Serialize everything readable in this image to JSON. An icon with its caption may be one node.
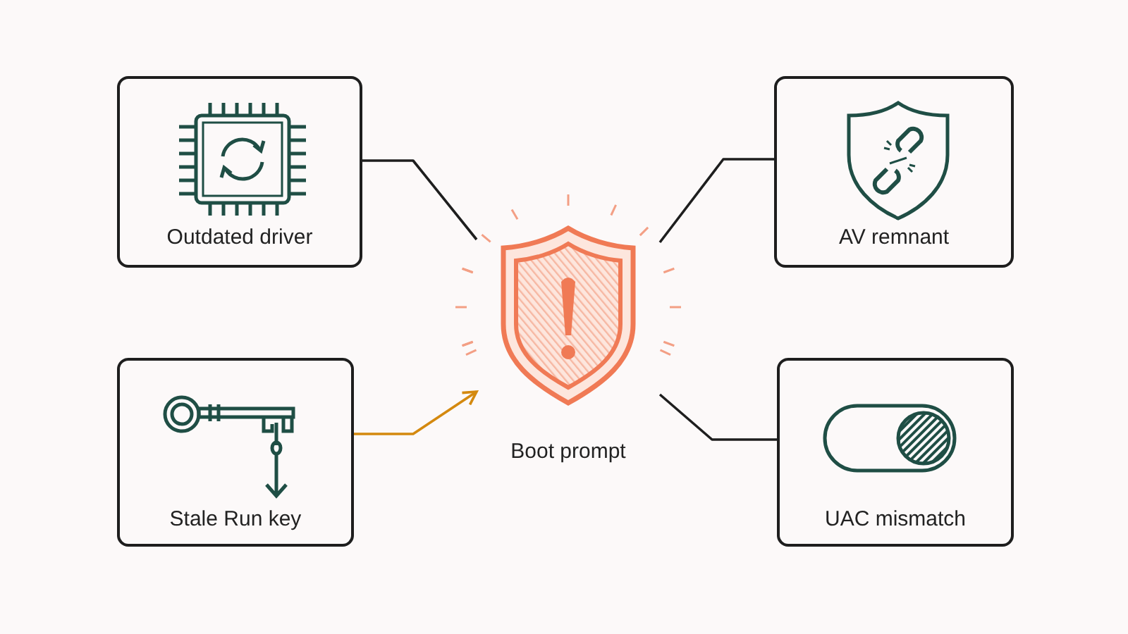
{
  "diagram": {
    "nodes": [
      {
        "text": [
          "Outdated driver"
        ]
      },
      {
        "text": [
          "AV remnant"
        ]
      },
      {
        "text": [
          "Boot prompt"
        ]
      },
      {
        "text": [
          "Stale Run key"
        ]
      },
      {
        "text": [
          "UAC mismatch"
        ]
      }
    ],
    "edges": [
      {
        "from": 0,
        "to": 2,
        "arrow": "none"
      },
      {
        "from": 1,
        "to": 2,
        "arrow": "none"
      },
      {
        "from": 3,
        "to": 2,
        "arrow": "to",
        "color": "#d4890f"
      },
      {
        "from": 4,
        "to": 2,
        "arrow": "none"
      }
    ]
  }
}
